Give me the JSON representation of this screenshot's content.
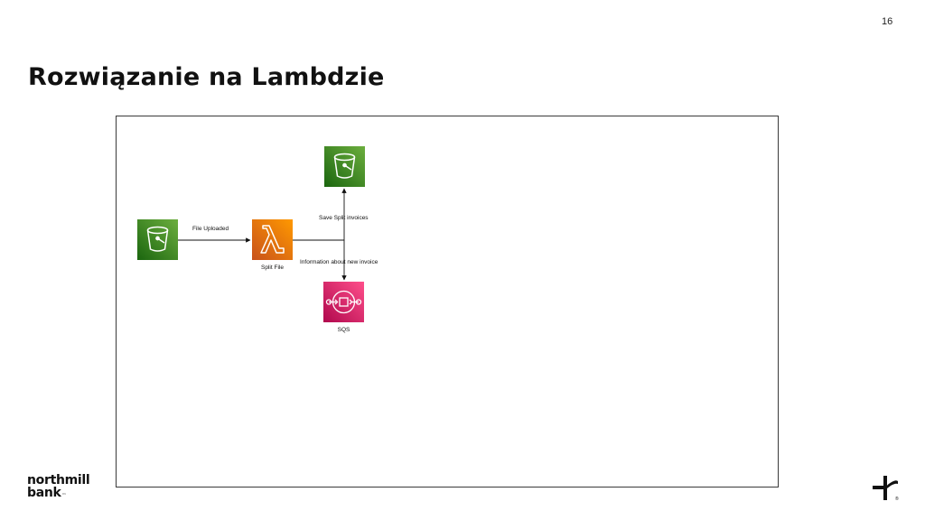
{
  "slide": {
    "page_number": "16",
    "title": "Rozwiązanie na Lambdzie"
  },
  "diagram": {
    "nodes": [
      {
        "id": "source-bucket",
        "service": "S3",
        "icon": "s3-bucket-icon",
        "label": "",
        "color": "#3F8624"
      },
      {
        "id": "lambda",
        "service": "Lambda",
        "icon": "lambda-icon",
        "label": "Split File",
        "color": "#ED7100"
      },
      {
        "id": "target-bucket",
        "service": "S3",
        "icon": "s3-bucket-icon",
        "label": "",
        "color": "#3F8624"
      },
      {
        "id": "sqs",
        "service": "SQS",
        "icon": "sqs-queue-icon",
        "label": "SQS",
        "color": "#E7157B"
      }
    ],
    "edges": [
      {
        "from": "source-bucket",
        "to": "lambda",
        "label": "File Uploaded"
      },
      {
        "from": "lambda",
        "to": "target-bucket",
        "label": "Save Split invoices"
      },
      {
        "from": "lambda",
        "to": "sqs",
        "label": "Information about new invoice"
      }
    ]
  },
  "footer": {
    "logo_line1": "northmill",
    "logo_line2": "bank",
    "logo_tm": "™",
    "mark_registered": "®"
  }
}
